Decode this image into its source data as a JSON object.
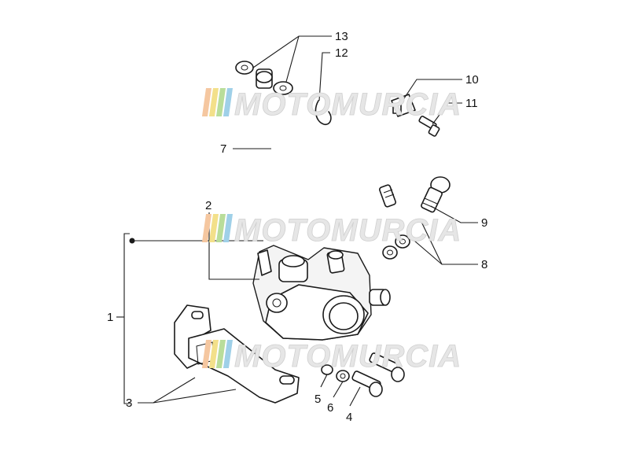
{
  "watermark": {
    "text": "MOTOMURCIA",
    "stripe_colors": [
      "#f5c7a0",
      "#f3e08a",
      "#b9dd9a",
      "#9fd0e8"
    ]
  },
  "callouts": {
    "c1": "1",
    "c2": "2",
    "c3": "3",
    "c4": "4",
    "c5": "5",
    "c6": "6",
    "c7": "7",
    "c8": "8",
    "c9": "9",
    "c10": "10",
    "c11": "11",
    "c12": "12",
    "c13": "13"
  }
}
